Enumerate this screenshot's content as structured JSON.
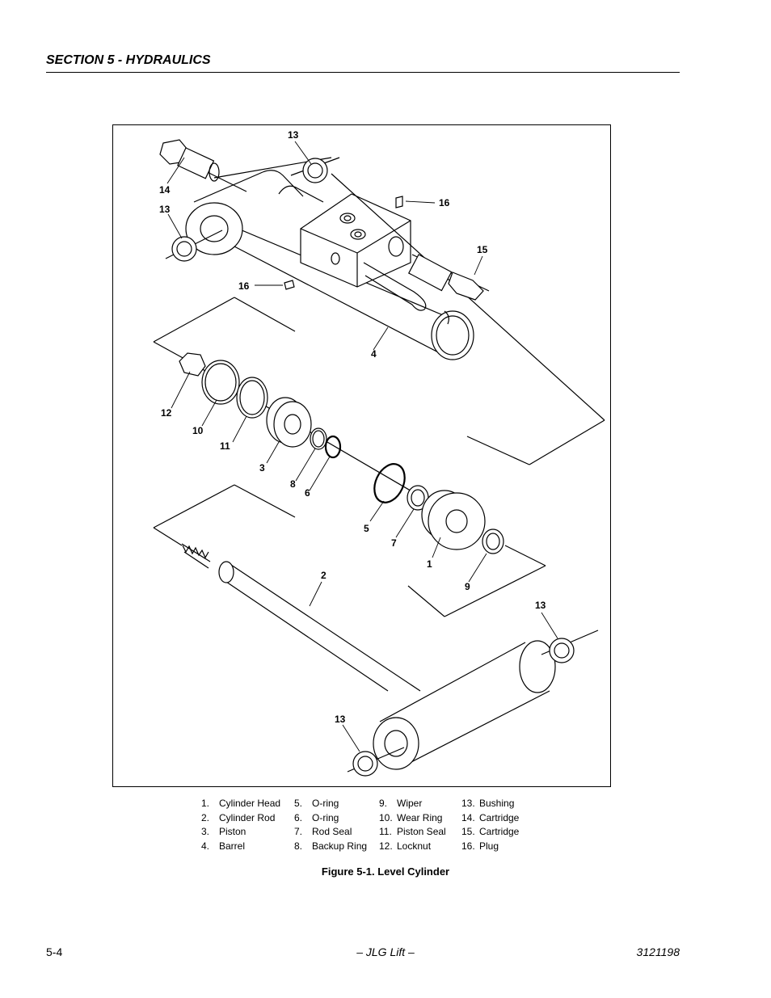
{
  "header": {
    "section_title": "SECTION 5 - HYDRAULICS"
  },
  "figure": {
    "callouts": [
      "13",
      "14",
      "13",
      "16",
      "15",
      "16",
      "4",
      "12",
      "10",
      "11",
      "3",
      "8",
      "6",
      "5",
      "7",
      "1",
      "9",
      "2",
      "13",
      "13"
    ],
    "caption": "Figure 5-1.  Level Cylinder"
  },
  "legend": {
    "col1": [
      {
        "num": "1.",
        "label": "Cylinder Head"
      },
      {
        "num": "2.",
        "label": "Cylinder Rod"
      },
      {
        "num": "3.",
        "label": "Piston"
      },
      {
        "num": "4.",
        "label": "Barrel"
      }
    ],
    "col2": [
      {
        "num": "5.",
        "label": "O-ring"
      },
      {
        "num": "6.",
        "label": "O-ring"
      },
      {
        "num": "7.",
        "label": "Rod Seal"
      },
      {
        "num": "8.",
        "label": "Backup Ring"
      }
    ],
    "col3": [
      {
        "num": "9.",
        "label": "Wiper"
      },
      {
        "num": "10.",
        "label": "Wear Ring"
      },
      {
        "num": "11.",
        "label": "Piston Seal"
      },
      {
        "num": "12.",
        "label": "Locknut"
      }
    ],
    "col4": [
      {
        "num": "13.",
        "label": "Bushing"
      },
      {
        "num": "14.",
        "label": "Cartridge"
      },
      {
        "num": "15.",
        "label": "Cartridge"
      },
      {
        "num": "16.",
        "label": "Plug"
      }
    ]
  },
  "footer": {
    "page_number": "5-4",
    "publisher": "– JLG Lift –",
    "doc_number": "3121198"
  }
}
